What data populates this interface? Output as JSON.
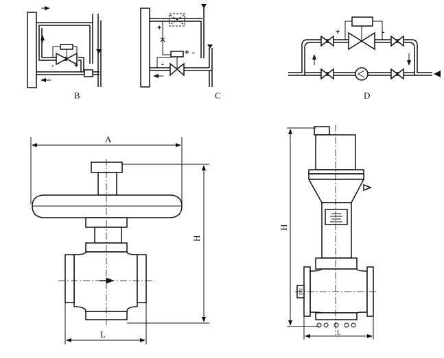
{
  "schemes": {
    "b": {
      "label": "B",
      "signs": [
        "-",
        "+"
      ]
    },
    "c": {
      "label": "C",
      "signs": [
        "+",
        "+",
        "-",
        "-"
      ]
    },
    "d": {
      "label": "D",
      "signs": [
        "+",
        "-"
      ]
    }
  },
  "diaphragm_valve": {
    "width_label": "A",
    "height_label": "H",
    "length_label": "L"
  },
  "electric_valve": {
    "height_label": "H",
    "length_label": "L",
    "dn_label": "DN"
  }
}
